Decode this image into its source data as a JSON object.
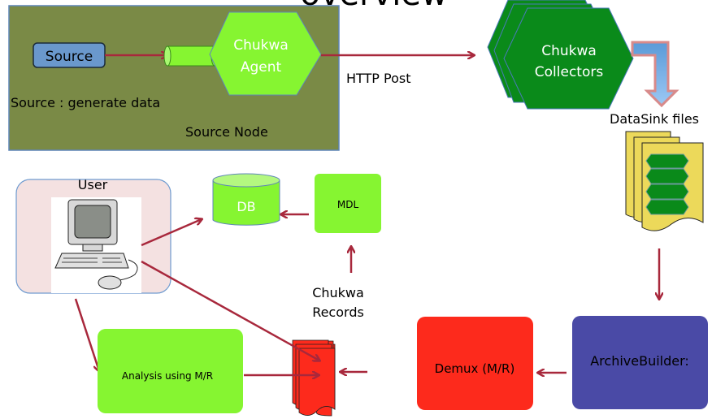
{
  "title_fragment": "overview",
  "colors": {
    "source_node_bg": "#7a8a46",
    "agent_green": "#86f531",
    "collector_green": "#0a8a1a",
    "source_blue": "#6a98cc",
    "arrow": "#a8283c",
    "user_bg": "#f4e1e1",
    "user_border": "#6f9bd0",
    "files_yellow": "#ecd95a",
    "demux_red": "#fd2a1c",
    "archive_blue": "#4a4aa6"
  },
  "source_node": {
    "label": "Source Node",
    "source_box": "Source",
    "source_caption": "Source : generate data",
    "agent_line1": "Chukwa",
    "agent_line2": "Agent"
  },
  "http_post": "HTTP Post",
  "collectors": {
    "line1": "Chukwa",
    "line2": "Collectors"
  },
  "datasink_label": "DataSink files",
  "user_label": "User",
  "db_label": "DB",
  "mdl_label": "MDL",
  "records_label": {
    "line1": "Chukwa",
    "line2": "Records"
  },
  "analysis_label": "Analysis using M/R",
  "demux_label": "Demux (M/R)",
  "archive_label": "ArchiveBuilder:"
}
